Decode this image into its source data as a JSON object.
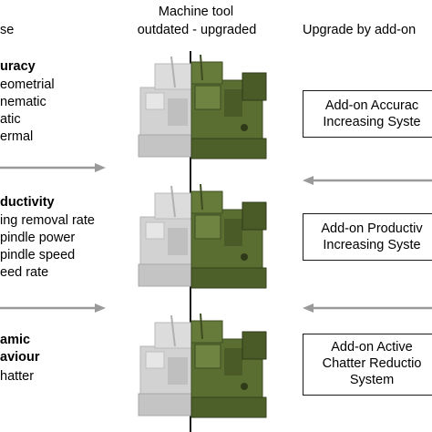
{
  "left_header": "se",
  "center_header": {
    "line1": "Machine tool",
    "line2": "outdated - upgraded"
  },
  "right_header": "Upgrade by add-on",
  "groups": [
    {
      "title": "uracy",
      "items": [
        "eometrial",
        "nematic",
        "atic",
        "ermal"
      ],
      "box_lines": [
        "Add-on Accurac",
        "Increasing Syste"
      ]
    },
    {
      "title": "ductivity",
      "items": [
        "ing removal rate",
        "pindle power",
        "pindle speed",
        "eed rate"
      ],
      "box_lines": [
        "Add-on Productiv",
        "Increasing Syste"
      ]
    },
    {
      "title_lines": [
        "amic",
        "aviour"
      ],
      "items": [
        "hatter"
      ],
      "box_lines": [
        "Add-on Active",
        "Chatter Reductio",
        "System"
      ]
    }
  ],
  "colors": {
    "arrow": "#9a9a9a",
    "machine_grey": "#c9c9c9",
    "machine_green": "#5a6e32",
    "divider": "#1a1a1a"
  }
}
